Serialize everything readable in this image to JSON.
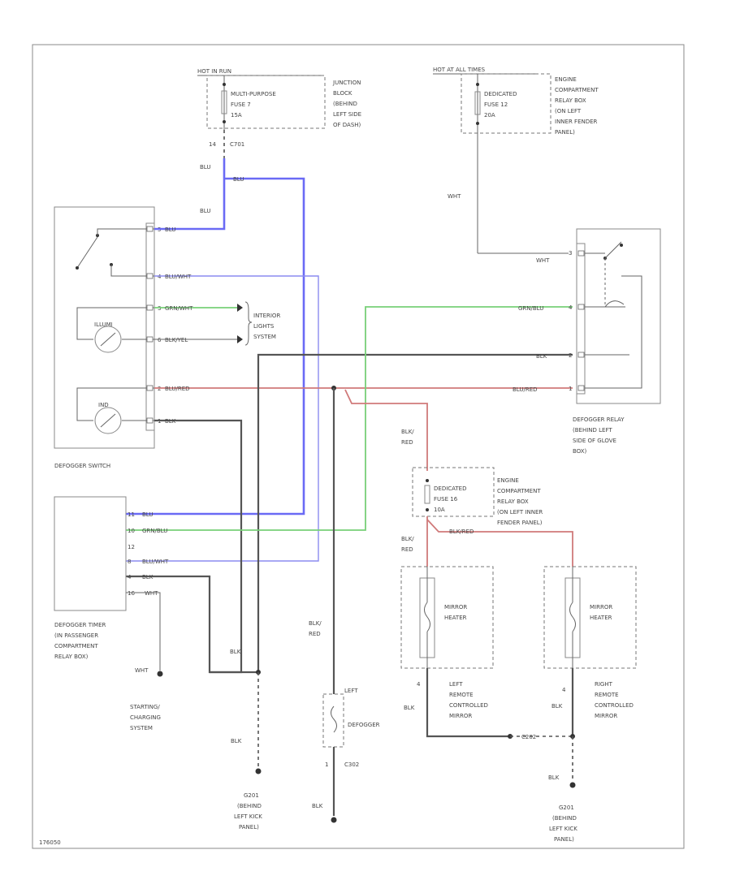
{
  "fuse_block_a": {
    "hot": "HOT IN RUN",
    "fuse": [
      "MULTI-PURPOSE",
      "FUSE 7",
      "15A"
    ],
    "location": [
      "JUNCTION",
      "BLOCK",
      "(BEHIND",
      "LEFT SIDE",
      "OF DASH)"
    ]
  },
  "fuse_block_b": {
    "hot": "HOT AT ALL TIMES",
    "fuse": [
      "DEDICATED",
      "FUSE 12",
      "20A"
    ],
    "location": [
      "ENGINE",
      "COMPARTMENT",
      "RELAY BOX",
      "(ON LEFT",
      "INNER FENDER",
      "PANEL)"
    ]
  },
  "fuse_block_c": {
    "fuse": [
      "DEDICATED",
      "FUSE 16",
      "10A"
    ],
    "location": [
      "ENGINE",
      "COMPARTMENT",
      "RELAY BOX",
      "(ON LEFT INNER",
      "FENDER PANEL)"
    ]
  },
  "defogger_switch": {
    "label": "DEFOGGER SWITCH",
    "lamp1": "ILLUMI",
    "lamp2": "IND",
    "pins": [
      "5",
      "4",
      "3",
      "6",
      "2",
      "1"
    ],
    "wires": [
      "BLU",
      "BLU/WHT",
      "GRN/WHT",
      "BLK/YEL",
      "BLU/RED",
      "BLK"
    ]
  },
  "interior_lights": [
    "INTERIOR",
    "LIGHTS",
    "SYSTEM"
  ],
  "defogger_relay": {
    "label": [
      "DEFOGGER RELAY",
      "(BEHIND LEFT",
      "SIDE OF GLOVE",
      "BOX)"
    ],
    "pins": [
      "3",
      "4",
      "2",
      "1"
    ],
    "wires": [
      "WHT",
      "GRN/BLU",
      "BLK",
      "BLU/RED"
    ]
  },
  "defogger_timer": {
    "label": [
      "DEFOGGER TIMER",
      "(IN PASSENGER",
      "COMPARTMENT",
      "RELAY BOX)"
    ],
    "pins": [
      "11",
      "10",
      "12",
      "8",
      "4",
      "16"
    ],
    "wires": [
      "BLU",
      "GRN/BLU",
      "BLU/WHT",
      "BLK",
      "WHT"
    ]
  },
  "wire_labels": {
    "pin_14": "14",
    "c701": "C701",
    "blu_1": "BLU",
    "blu_2": "BLU",
    "blu_3": "BLU",
    "wht": "WHT",
    "blk_red_1": [
      "BLK/",
      "RED"
    ],
    "blk_red_2": [
      "BLK/",
      "RED"
    ],
    "blk_red_3": [
      "BLK/",
      "RED"
    ],
    "blk_red_4": "BLK/RED",
    "blk_1": "BLK",
    "blk_2": "BLK",
    "blk_3": "BLK",
    "blk_4": "BLK",
    "blk_5": "BLK",
    "blk_6": "BLK",
    "c202": "C202"
  },
  "starting": [
    "STARTING/",
    "CHARGING",
    "SYSTEM"
  ],
  "ground_left": [
    "G201",
    "(BEHIND",
    "LEFT KICK",
    "PANEL)"
  ],
  "ground_right": [
    "G201",
    "(BEHIND",
    "LEFT KICK",
    "PANEL)"
  ],
  "defogger": {
    "top": "LEFT",
    "label": "DEFOGGER",
    "pin": "1",
    "conn": "C302"
  },
  "mirror_left": {
    "label": [
      "MIRROR",
      "HEATER"
    ],
    "pin": "4",
    "name": [
      "LEFT",
      "REMOTE",
      "CONTROLLED",
      "MIRROR"
    ]
  },
  "mirror_right": {
    "label": [
      "MIRROR",
      "HEATER"
    ],
    "pin": "4",
    "name": [
      "RIGHT",
      "REMOTE",
      "CONTROLLED",
      "MIRROR"
    ]
  },
  "ref": "176050"
}
